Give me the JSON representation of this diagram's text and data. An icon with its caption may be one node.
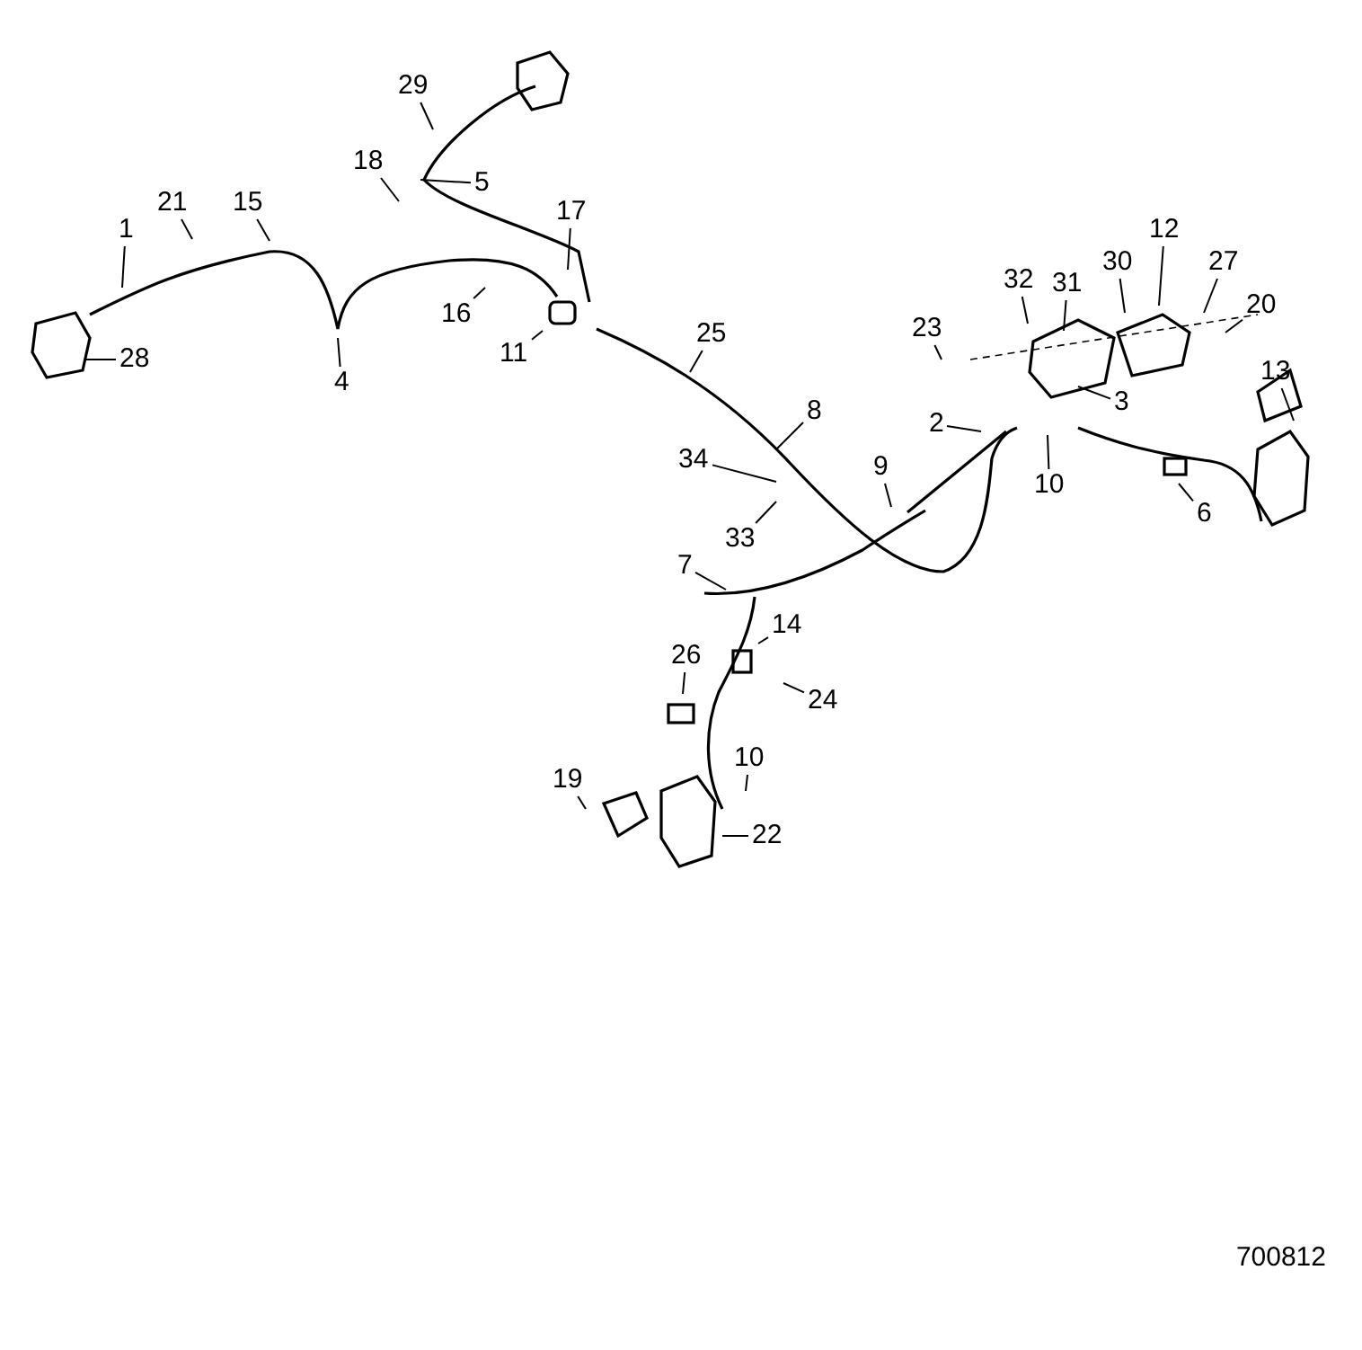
{
  "diagram": {
    "nodes": [
      {
        "text": [
          "29"
        ]
      },
      {
        "text": [
          "18"
        ]
      },
      {
        "text": [
          "5"
        ]
      },
      {
        "text": [
          "21"
        ]
      },
      {
        "text": [
          "15"
        ]
      },
      {
        "text": [
          "1"
        ]
      },
      {
        "text": [
          "17"
        ]
      },
      {
        "text": [
          "16"
        ]
      },
      {
        "text": [
          "11"
        ]
      },
      {
        "text": [
          "4"
        ]
      },
      {
        "text": [
          "28"
        ]
      },
      {
        "text": [
          "25"
        ]
      },
      {
        "text": [
          "32"
        ]
      },
      {
        "text": [
          "31"
        ]
      },
      {
        "text": [
          "30"
        ]
      },
      {
        "text": [
          "12"
        ]
      },
      {
        "text": [
          "27"
        ]
      },
      {
        "text": [
          "20"
        ]
      },
      {
        "text": [
          "23"
        ]
      },
      {
        "text": [
          "13"
        ]
      },
      {
        "text": [
          "3"
        ]
      },
      {
        "text": [
          "2"
        ]
      },
      {
        "text": [
          "8"
        ]
      },
      {
        "text": [
          "34"
        ]
      },
      {
        "text": [
          "9"
        ]
      },
      {
        "text": [
          "10"
        ]
      },
      {
        "text": [
          "6"
        ]
      },
      {
        "text": [
          "33"
        ]
      },
      {
        "text": [
          "7"
        ]
      },
      {
        "text": [
          "14"
        ]
      },
      {
        "text": [
          "26"
        ]
      },
      {
        "text": [
          "24"
        ]
      },
      {
        "text": [
          "10"
        ]
      },
      {
        "text": [
          "19"
        ]
      },
      {
        "text": [
          "22"
        ]
      }
    ],
    "edges": [
      {
        "from": 0,
        "to": null,
        "arrow": "none"
      },
      {
        "from": 1,
        "to": null,
        "arrow": "none"
      },
      {
        "from": 2,
        "to": null,
        "arrow": "none"
      },
      {
        "from": 3,
        "to": null,
        "arrow": "none"
      },
      {
        "from": 4,
        "to": null,
        "arrow": "none"
      },
      {
        "from": 5,
        "to": null,
        "arrow": "none"
      },
      {
        "from": 6,
        "to": null,
        "arrow": "none"
      },
      {
        "from": 7,
        "to": null,
        "arrow": "none"
      },
      {
        "from": 8,
        "to": null,
        "arrow": "none"
      },
      {
        "from": 9,
        "to": null,
        "arrow": "none"
      },
      {
        "from": 10,
        "to": null,
        "arrow": "none"
      },
      {
        "from": 11,
        "to": null,
        "arrow": "none"
      },
      {
        "from": 12,
        "to": null,
        "arrow": "none"
      },
      {
        "from": 13,
        "to": null,
        "arrow": "none"
      },
      {
        "from": 14,
        "to": null,
        "arrow": "none"
      },
      {
        "from": 15,
        "to": null,
        "arrow": "none"
      },
      {
        "from": 16,
        "to": null,
        "arrow": "none"
      },
      {
        "from": 17,
        "to": null,
        "arrow": "none"
      },
      {
        "from": 18,
        "to": null,
        "arrow": "none"
      },
      {
        "from": 19,
        "to": null,
        "arrow": "none"
      },
      {
        "from": 20,
        "to": null,
        "arrow": "none"
      },
      {
        "from": 21,
        "to": null,
        "arrow": "none"
      },
      {
        "from": 22,
        "to": null,
        "arrow": "none"
      },
      {
        "from": 23,
        "to": null,
        "arrow": "none"
      },
      {
        "from": 24,
        "to": null,
        "arrow": "none"
      },
      {
        "from": 25,
        "to": null,
        "arrow": "none"
      },
      {
        "from": 26,
        "to": null,
        "arrow": "none"
      },
      {
        "from": 27,
        "to": null,
        "arrow": "none"
      },
      {
        "from": 28,
        "to": null,
        "arrow": "none"
      },
      {
        "from": 29,
        "to": null,
        "arrow": "none"
      },
      {
        "from": 30,
        "to": null,
        "arrow": "none"
      },
      {
        "from": 31,
        "to": null,
        "arrow": "none"
      },
      {
        "from": 32,
        "to": null,
        "arrow": "none"
      },
      {
        "from": 33,
        "to": null,
        "arrow": "none"
      },
      {
        "from": 34,
        "to": null,
        "arrow": "none"
      }
    ],
    "labels": [
      "700812"
    ]
  }
}
